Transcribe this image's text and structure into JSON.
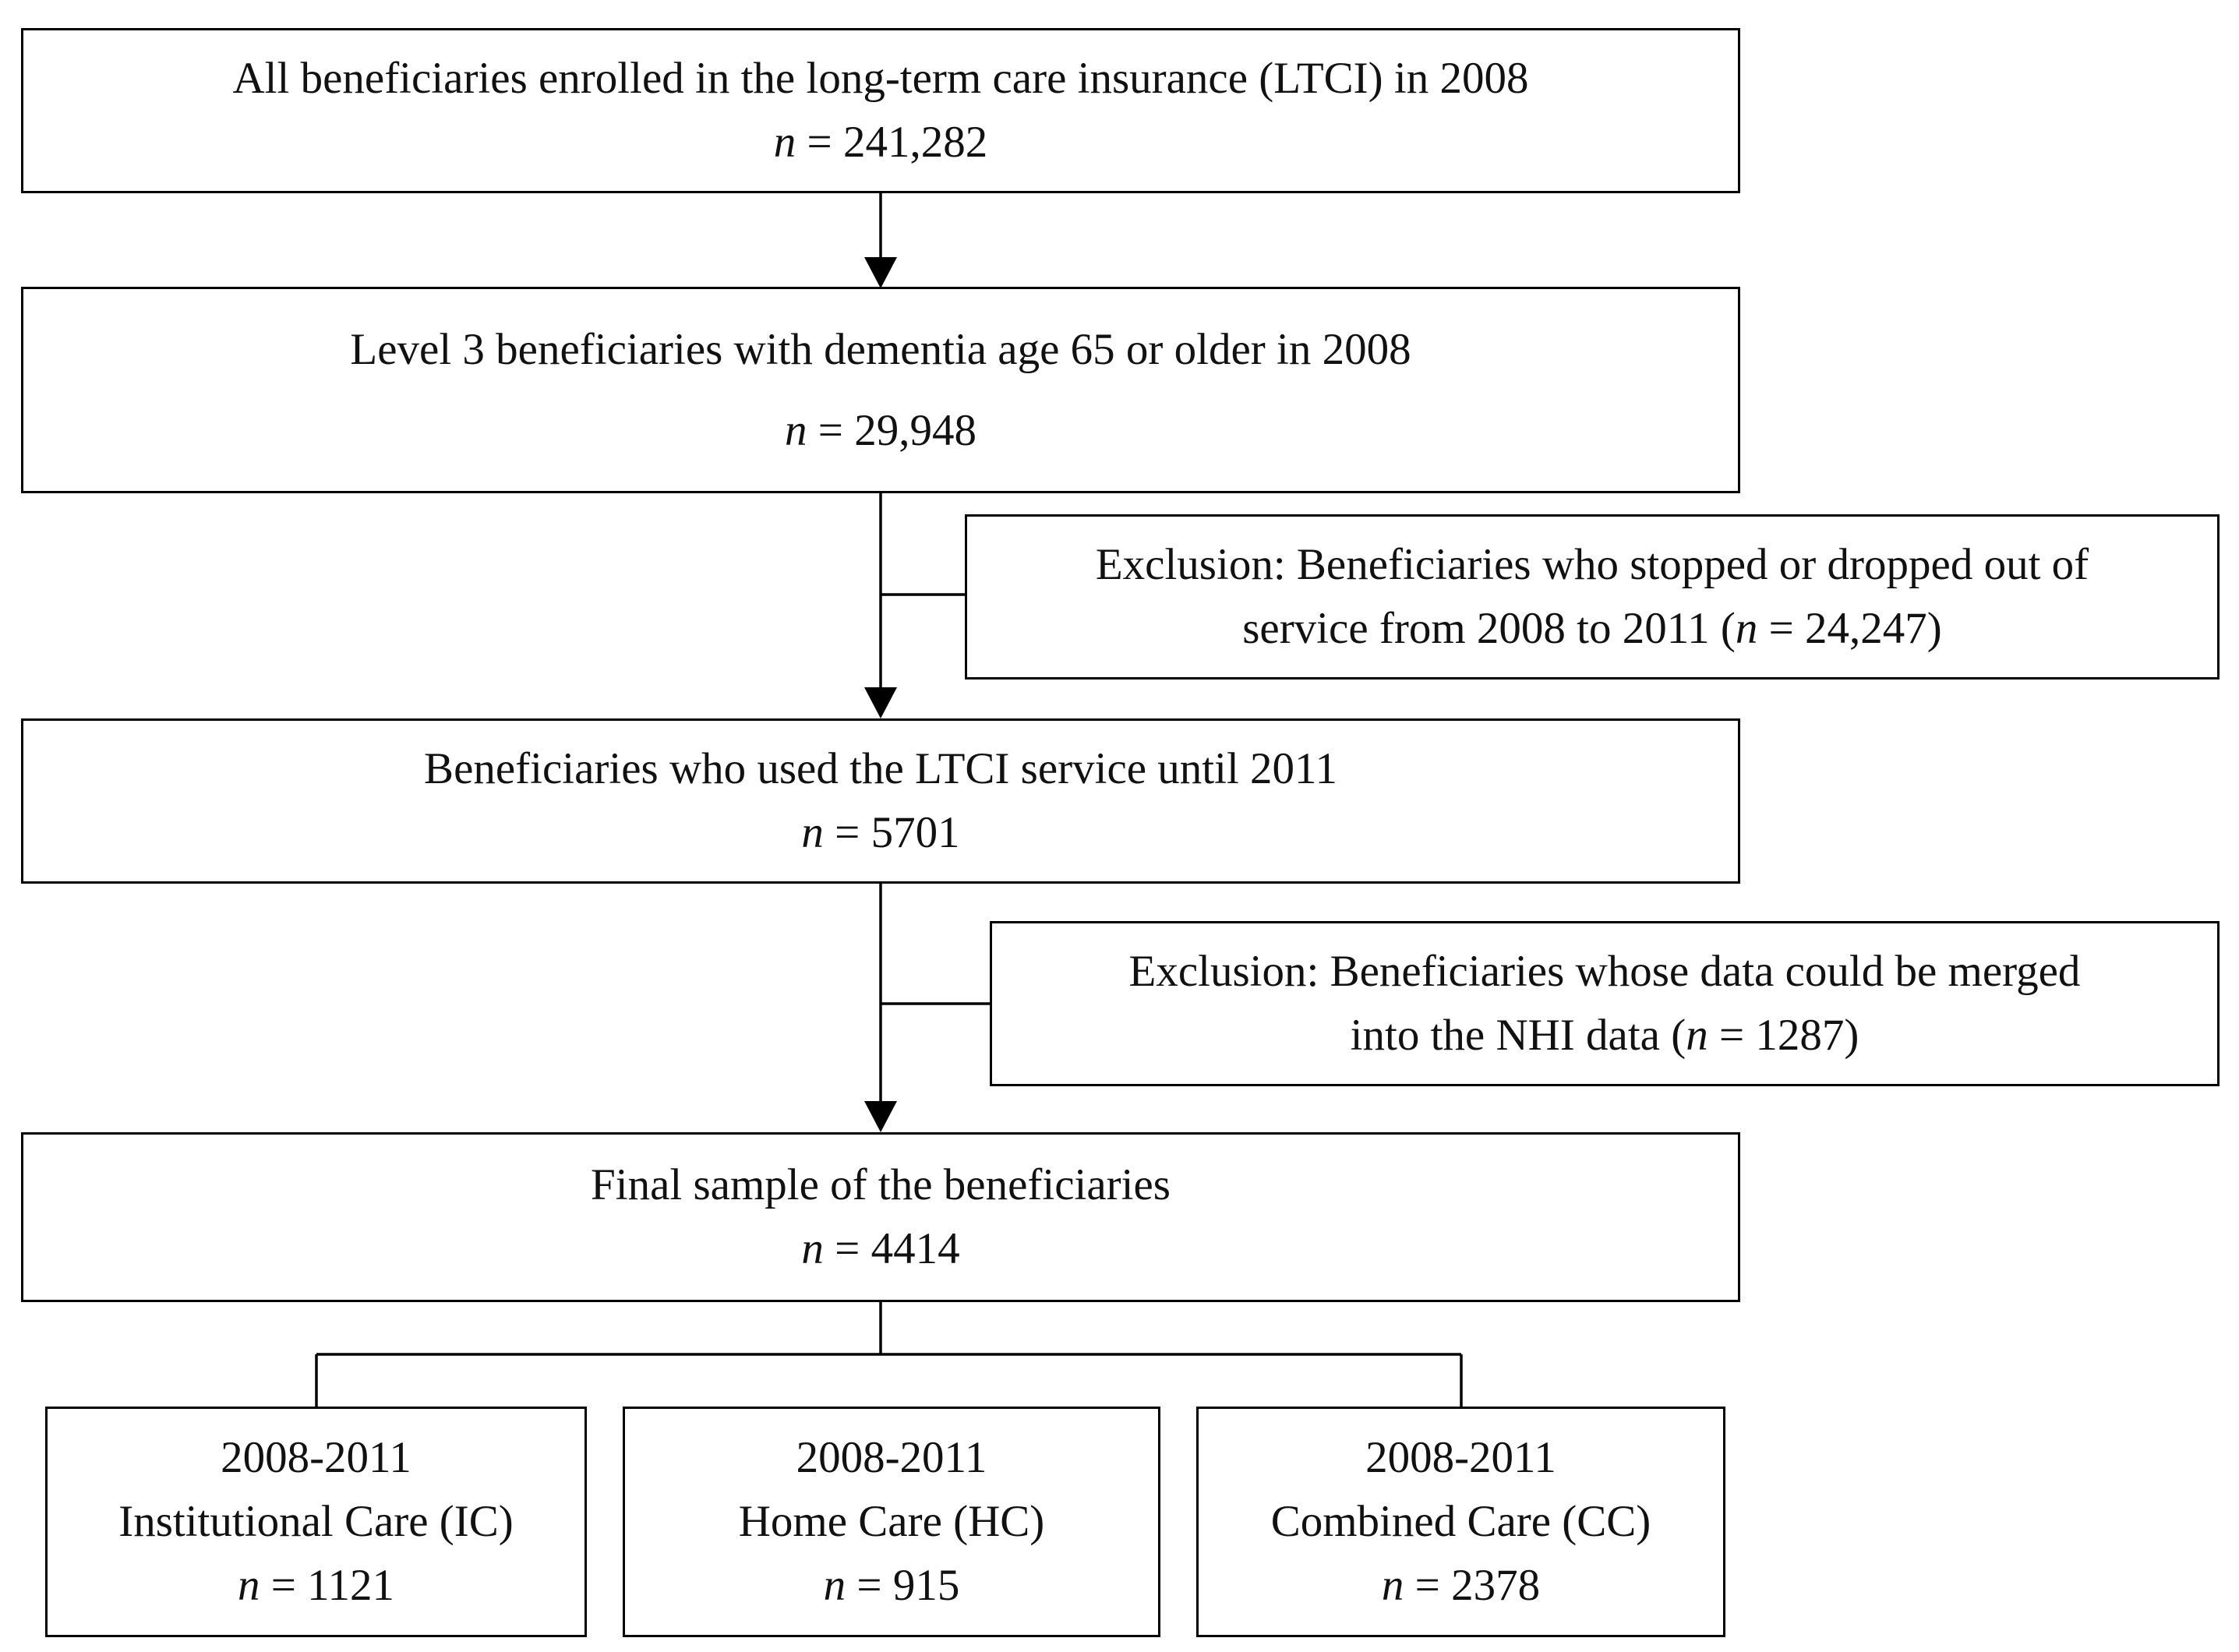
{
  "diagram": {
    "boxes": {
      "all_beneficiaries": {
        "title": "All beneficiaries enrolled in the long-term care insurance (LTCI) in 2008",
        "n_value": "241,282"
      },
      "level3_dementia": {
        "title": "Level 3 beneficiaries with dementia age 65 or older in 2008",
        "n_value": "29,948"
      },
      "exclusion_1": {
        "line1": "Exclusion: Beneficiaries who stopped or dropped out of",
        "line2_prefix": "service from 2008 to 2011 (",
        "n_value": "24,247",
        "line2_suffix": ")"
      },
      "used_until_2011": {
        "title": "Beneficiaries who used the LTCI service until 2011",
        "n_value": "5701"
      },
      "exclusion_2": {
        "line1": "Exclusion: Beneficiaries whose data could be merged",
        "line2_prefix": "into the NHI data (",
        "n_value": "1287",
        "line2_suffix": ")"
      },
      "final_sample": {
        "title": "Final sample of the beneficiaries",
        "n_value": "4414"
      },
      "institutional_care": {
        "years": "2008-2011",
        "title": "Institutional Care (IC)",
        "n_value": "1121"
      },
      "home_care": {
        "years": "2008-2011",
        "title": "Home Care (HC)",
        "n_value": "915"
      },
      "combined_care": {
        "years": "2008-2011",
        "title": "Combined Care (CC)",
        "n_value": "2378"
      }
    },
    "n_symbol": "n",
    "equals": " = "
  }
}
